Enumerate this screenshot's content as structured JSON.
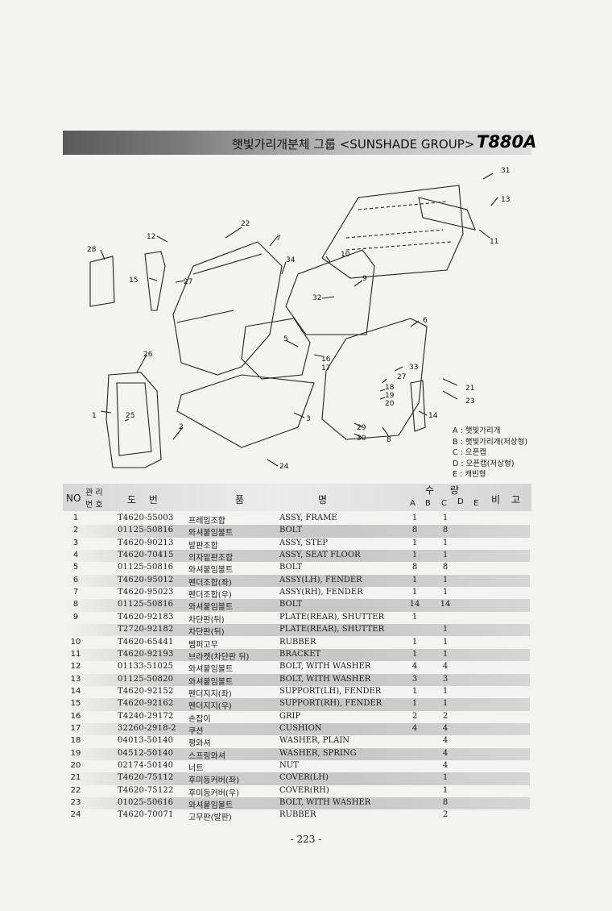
{
  "header": {
    "title": "햇빛가리개분체 그룹 <SUNSHADE GROUP>",
    "model": "T880A"
  },
  "diagram": {
    "callouts": [
      "31",
      "13",
      "11",
      "22",
      "12",
      "7",
      "28",
      "10",
      "34",
      "15",
      "27",
      "9",
      "32",
      "6",
      "5",
      "26",
      "16",
      "17",
      "33",
      "27",
      "18",
      "19",
      "20",
      "21",
      "23",
      "1",
      "25",
      "2",
      "3",
      "14",
      "29",
      "30",
      "8",
      "24"
    ]
  },
  "legend": [
    "A : 햇빛가리개",
    "B : 햇빛가리개(저상형)",
    "C : 오픈캡",
    "D : 오픈캡(저상형)",
    "E : 캐빈형"
  ],
  "table_header": {
    "no": "NO",
    "mgmt_top": "관 리",
    "mgmt_bottom": "번 호",
    "part_no": "도 번",
    "name_left": "품",
    "name_right": "명",
    "qty": "수 량",
    "cols": [
      "A",
      "B",
      "C",
      "D",
      "E"
    ],
    "remarks": "비 고"
  },
  "rows": [
    {
      "no": "1",
      "part": "T4620-55003",
      "kor": "프레임조합",
      "eng": "ASSY, FRAME",
      "a": "1",
      "c": "1"
    },
    {
      "no": "2",
      "part": "01125-50816",
      "kor": "와셔붙임볼트",
      "eng": "BOLT",
      "a": "8",
      "c": "8"
    },
    {
      "no": "3",
      "part": "T4620-90213",
      "kor": "발판조합",
      "eng": "ASSY, STEP",
      "a": "1",
      "c": "1"
    },
    {
      "no": "4",
      "part": "T4620-70415",
      "kor": "의자밑판조합",
      "eng": "ASSY, SEAT FLOOR",
      "a": "1",
      "c": "1"
    },
    {
      "no": "5",
      "part": "01125-50816",
      "kor": "와셔붙임볼트",
      "eng": "BOLT",
      "a": "8",
      "c": "8"
    },
    {
      "no": "6",
      "part": "T4620-95012",
      "kor": "펜더조합(좌)",
      "eng": "ASSY(LH), FENDER",
      "a": "1",
      "c": "1"
    },
    {
      "no": "7",
      "part": "T4620-95023",
      "kor": "펜더조합(우)",
      "eng": "ASSY(RH), FENDER",
      "a": "1",
      "c": "1"
    },
    {
      "no": "8",
      "part": "01125-50816",
      "kor": "와셔붙임볼트",
      "eng": "BOLT",
      "a": "14",
      "c": "14"
    },
    {
      "no": "9",
      "part": "T4620-92183",
      "kor": "차단판(뒤)",
      "eng": "PLATE(REAR), SHUTTER",
      "a": "1",
      "c": ""
    },
    {
      "no": "",
      "part": "T2720-92182",
      "kor": "차단판(뒤)",
      "eng": "PLATE(REAR), SHUTTER",
      "a": "",
      "c": "1"
    },
    {
      "no": "10",
      "part": "T4620-65441",
      "kor": "벰퍼고무",
      "eng": "RUBBER",
      "a": "1",
      "c": "1"
    },
    {
      "no": "11",
      "part": "T4620-92193",
      "kor": "브라켓(차단판 뒤)",
      "eng": "BRACKET",
      "a": "1",
      "c": "1"
    },
    {
      "no": "12",
      "part": "01133-51025",
      "kor": "와셔붙임볼트",
      "eng": "BOLT, WITH WASHER",
      "a": "4",
      "c": "4"
    },
    {
      "no": "13",
      "part": "01125-50820",
      "kor": "와셔붙임볼트",
      "eng": "BOLT, WITH WASHER",
      "a": "3",
      "c": "3"
    },
    {
      "no": "14",
      "part": "T4620-92152",
      "kor": "펜더지지(좌)",
      "eng": "SUPPORT(LH), FENDER",
      "a": "1",
      "c": "1"
    },
    {
      "no": "15",
      "part": "T4620-92162",
      "kor": "펜더지지(우)",
      "eng": "SUPPORT(RH), FENDER",
      "a": "1",
      "c": "1"
    },
    {
      "no": "16",
      "part": "T4240-29172",
      "kor": "손잡이",
      "eng": "GRIP",
      "a": "2",
      "c": "2"
    },
    {
      "no": "17",
      "part": "32260-2918-2",
      "kor": "쿠션",
      "eng": "CUSHION",
      "a": "4",
      "c": "4"
    },
    {
      "no": "18",
      "part": "04013-50140",
      "kor": "평와셔",
      "eng": "WASHER, PLAIN",
      "a": "",
      "c": "4"
    },
    {
      "no": "19",
      "part": "04512-50140",
      "kor": "스프링와셔",
      "eng": "WASHER, SPRING",
      "a": "",
      "c": "4"
    },
    {
      "no": "20",
      "part": "02174-50140",
      "kor": "너트",
      "eng": "NUT",
      "a": "",
      "c": "4"
    },
    {
      "no": "21",
      "part": "T4620-75112",
      "kor": "후미등커버(좌)",
      "eng": "COVER(LH)",
      "a": "",
      "c": "1"
    },
    {
      "no": "22",
      "part": "T4620-75122",
      "kor": "후미등커버(우)",
      "eng": "COVER(RH)",
      "a": "",
      "c": "1"
    },
    {
      "no": "23",
      "part": "01025-50616",
      "kor": "와셔붙임볼트",
      "eng": "BOLT, WITH WASHER",
      "a": "",
      "c": "8"
    },
    {
      "no": "24",
      "part": "T4620-70071",
      "kor": "고무판(발판)",
      "eng": "RUBBER",
      "a": "",
      "c": "2"
    }
  ],
  "footer": {
    "page": "- 223 -"
  }
}
